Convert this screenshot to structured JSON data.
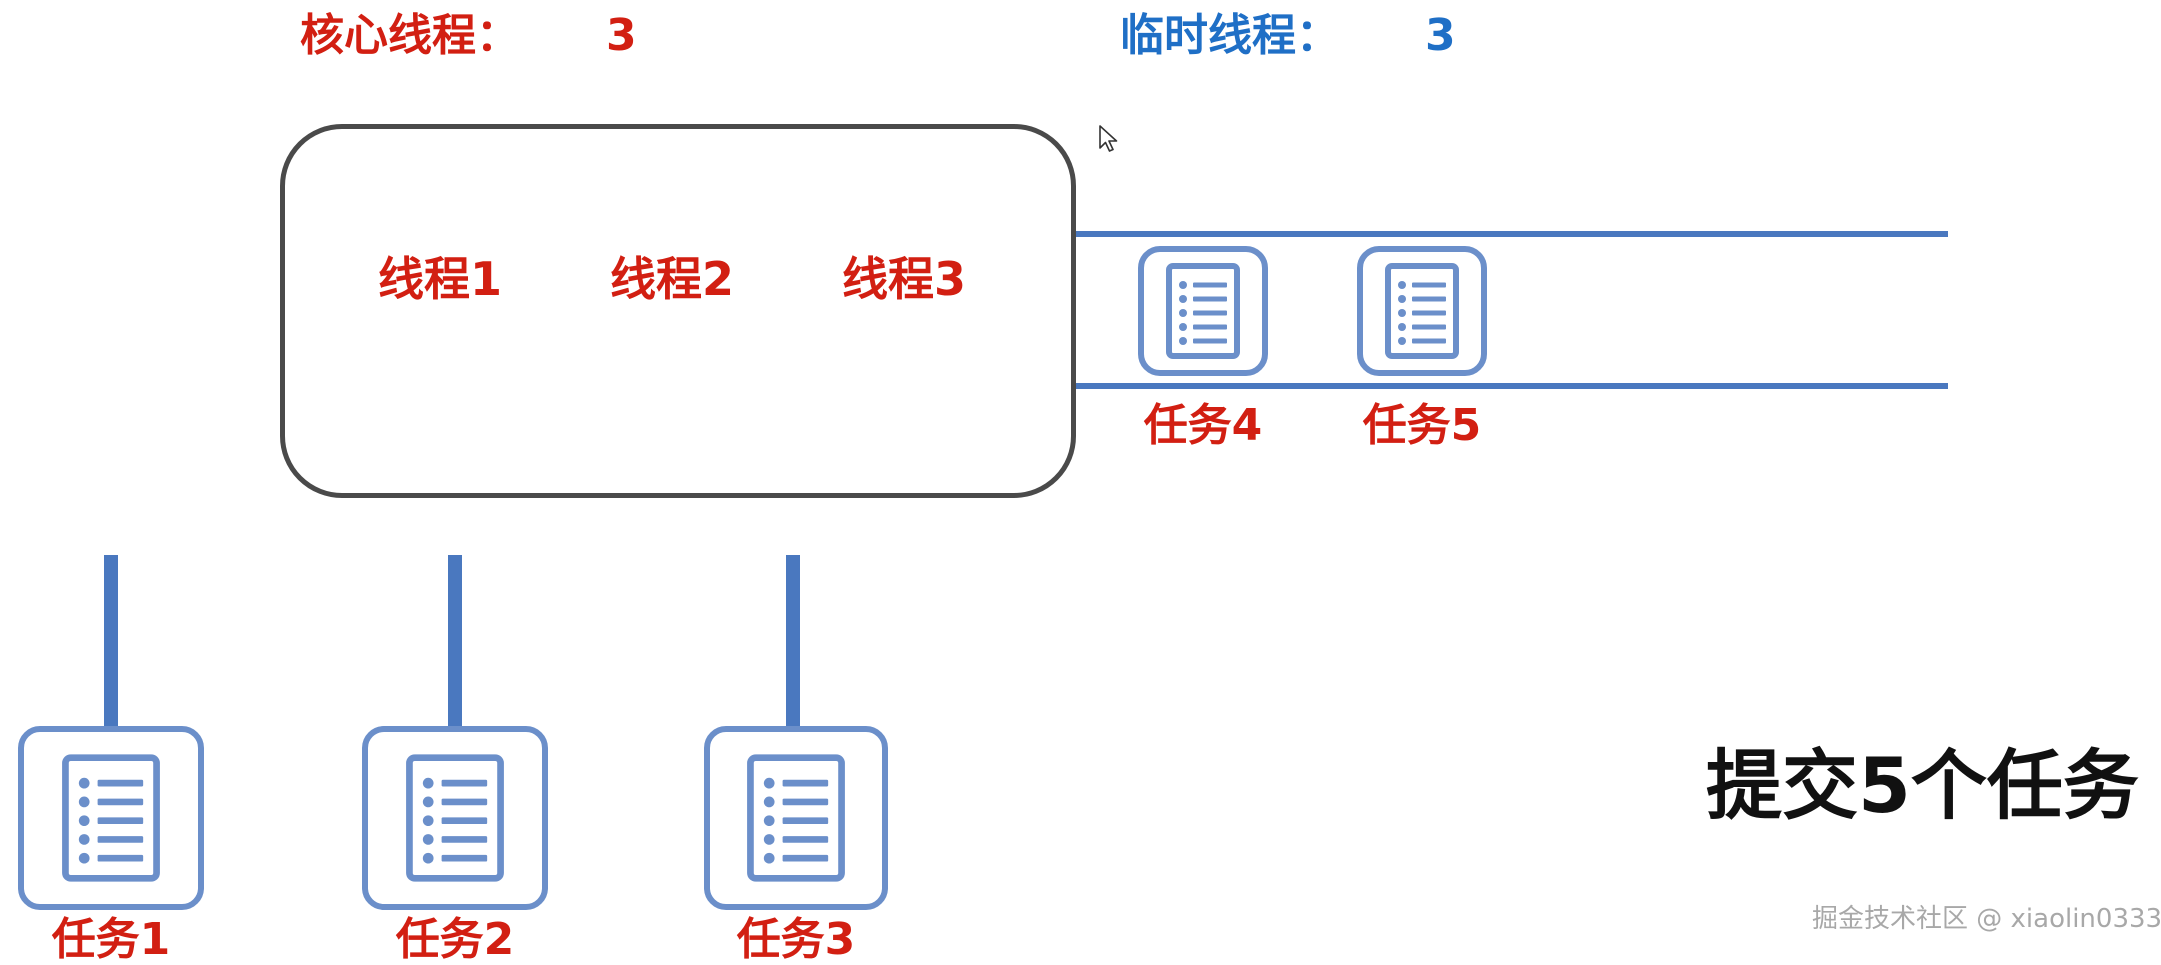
{
  "stats": {
    "core": {
      "label": "核心线程：",
      "value": "3"
    },
    "temp": {
      "label": "临时线程：",
      "value": "3"
    }
  },
  "pool": {
    "threads": [
      "线程1",
      "线程2",
      "线程3"
    ]
  },
  "queue_tasks": [
    "任务4",
    "任务5"
  ],
  "running_tasks": [
    "任务1",
    "任务2",
    "任务3"
  ],
  "caption": "提交5个任务",
  "watermark": "掘金技术社区 @ xiaolin0333",
  "colors": {
    "red": "#d21f12",
    "blue": "#1f6fc6",
    "line_blue": "#4a78bf",
    "card_border": "#6b8fca"
  },
  "icons": {
    "task": "document-list-icon",
    "cursor": "mouse-cursor-icon"
  }
}
